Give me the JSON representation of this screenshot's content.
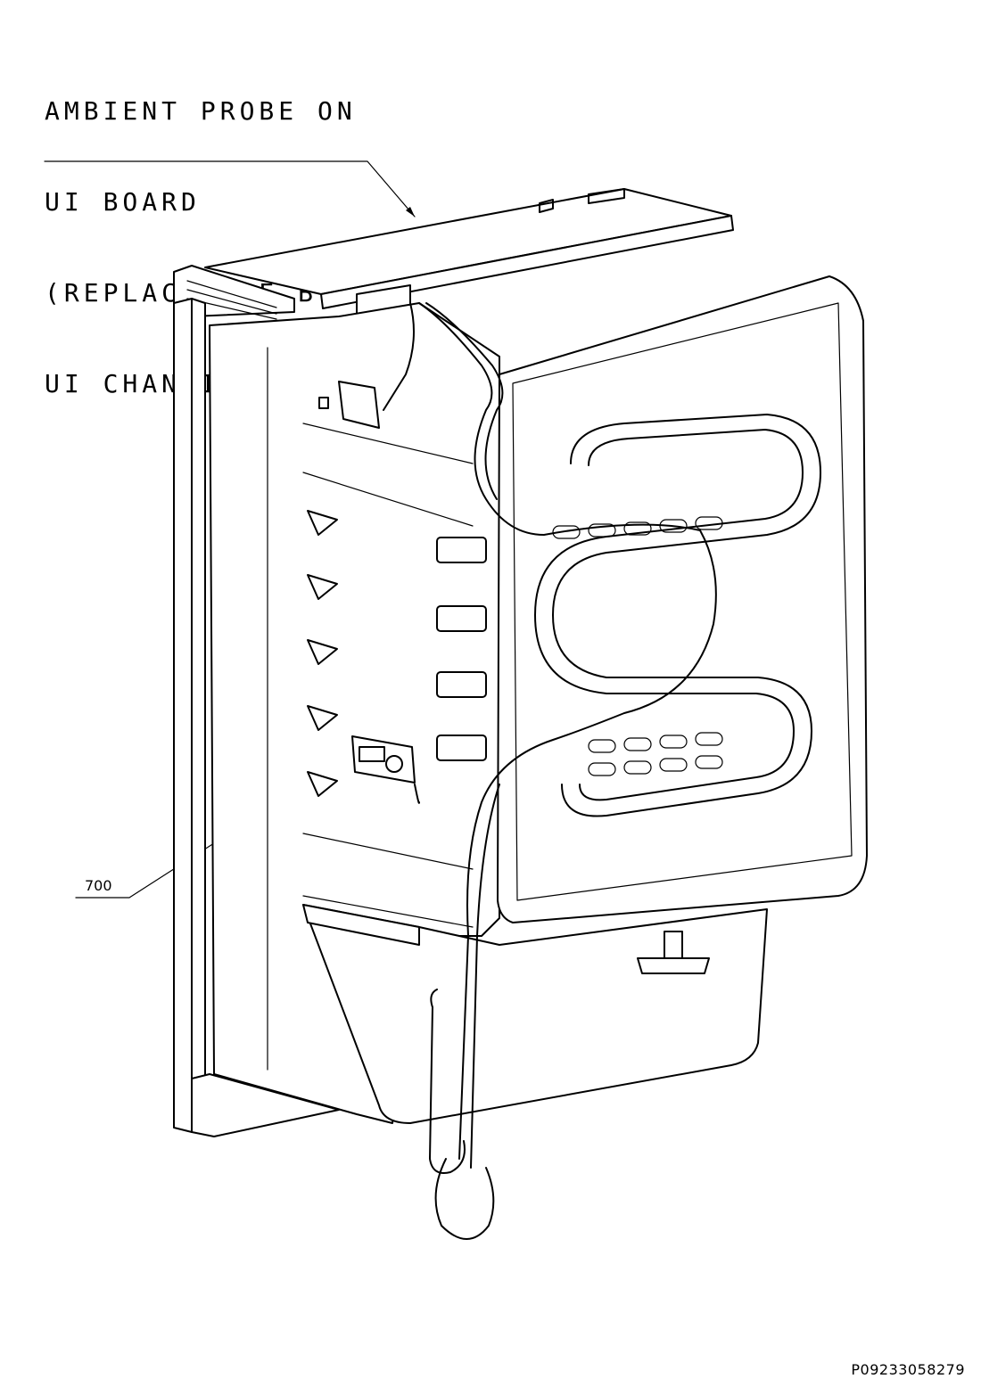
{
  "callout": {
    "lines": [
      "AMBIENT PROBE ON",
      "UI BOARD",
      "(REPLACEABLE BY",
      "UI CHANGING)"
    ]
  },
  "part_label": "700",
  "document_id": "P09233058279"
}
